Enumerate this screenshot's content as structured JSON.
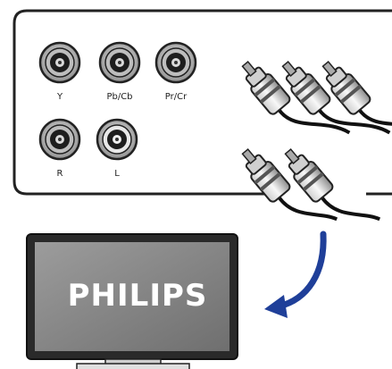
{
  "panel": {
    "jacks": [
      {
        "label": "Y",
        "type": "video"
      },
      {
        "label": "Pb/Cb",
        "type": "video"
      },
      {
        "label": "Pr/Cr",
        "type": "video"
      },
      {
        "label": "R",
        "type": "audio"
      },
      {
        "label": "L",
        "type": "audio"
      }
    ]
  },
  "cables": {
    "video_plug_count": 3,
    "audio_plug_count": 2
  },
  "tv": {
    "brand": "PHILIPS",
    "icon": "television-icon"
  },
  "arrow": {
    "icon": "curved-arrow-icon",
    "color": "#1f3f99"
  },
  "colors": {
    "line": "#222222",
    "jack_ring": "#9a9a9a",
    "screen": "#8a8a8a",
    "bezel": "#2c2c2c",
    "accent": "#1f3f99"
  }
}
